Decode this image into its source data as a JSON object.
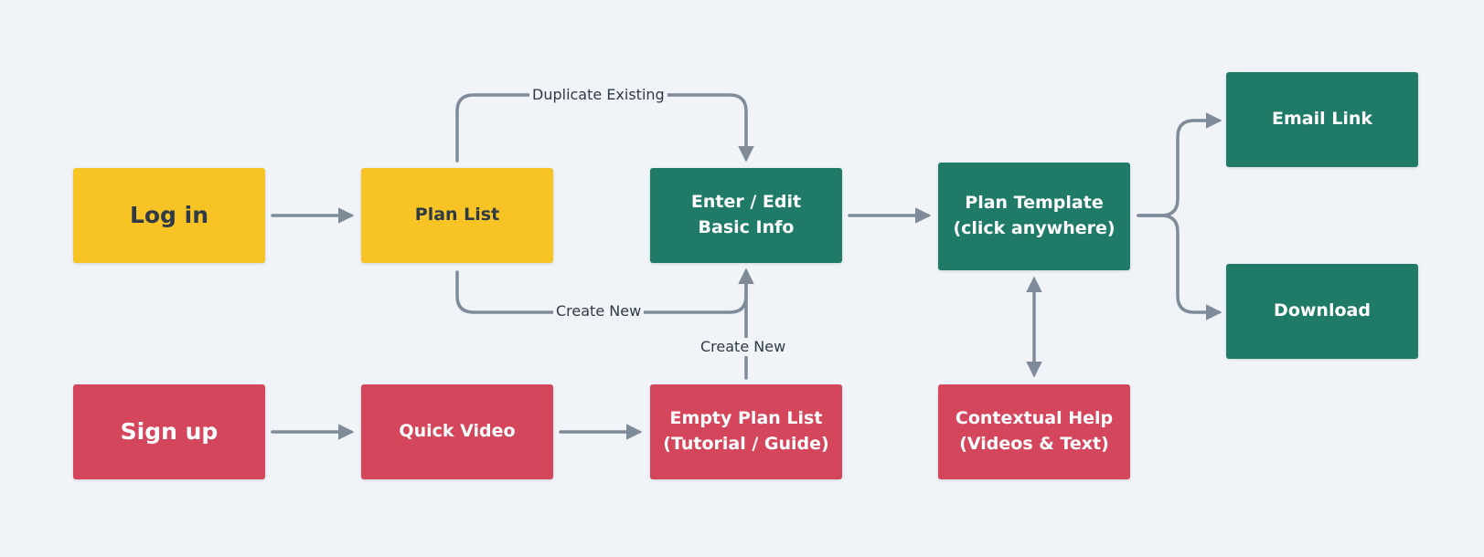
{
  "colors": {
    "background": "#f0f3f7",
    "start_node": "#f7c325",
    "process_node": "#1f7a68",
    "onboarding_node": "#d4465c",
    "connector": "#7f8b99"
  },
  "nodes": {
    "log_in": "Log in",
    "plan_list": "Plan List",
    "enter_edit": "Enter / Edit\nBasic Info",
    "plan_template": "Plan Template\n(click anywhere)",
    "email_link": "Email Link",
    "download": "Download",
    "sign_up": "Sign up",
    "quick_video": "Quick Video",
    "empty_plan_list": "Empty Plan List\n(Tutorial / Guide)",
    "contextual_help": "Contextual Help\n(Videos & Text)"
  },
  "edge_labels": {
    "duplicate_existing": "Duplicate Existing",
    "create_new_top": "Create New",
    "create_new_vertical": "Create New"
  }
}
